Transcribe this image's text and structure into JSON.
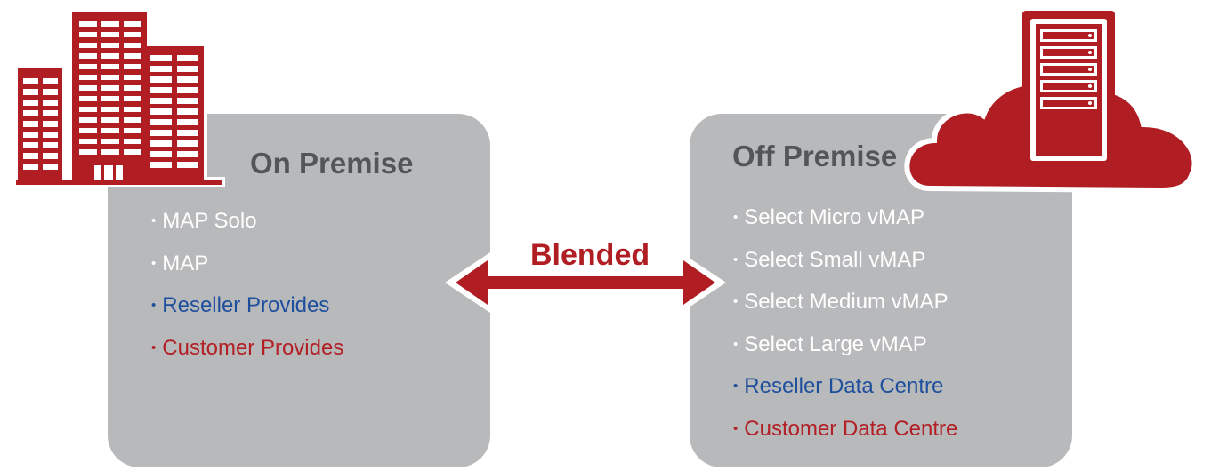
{
  "on_premise": {
    "title": "On Premise",
    "items": [
      {
        "text": "MAP Solo",
        "color": "white"
      },
      {
        "text": "MAP",
        "color": "white"
      },
      {
        "text": "Reseller Provides",
        "color": "blue"
      },
      {
        "text": "Customer Provides",
        "color": "red"
      }
    ]
  },
  "off_premise": {
    "title": "Off Premise",
    "items": [
      {
        "text": "Select Micro vMAP",
        "color": "white"
      },
      {
        "text": "Select Small vMAP",
        "color": "white"
      },
      {
        "text": "Select Medium vMAP",
        "color": "white"
      },
      {
        "text": "Select Large vMAP",
        "color": "white"
      },
      {
        "text": "Reseller Data Centre",
        "color": "blue"
      },
      {
        "text": "Customer Data Centre",
        "color": "red"
      }
    ]
  },
  "connector": {
    "label": "Blended"
  },
  "icons": [
    "office-buildings-icon",
    "cloud-server-icon",
    "double-arrow-icon"
  ],
  "colors": {
    "accent_red": "#b01e24",
    "panel_gray": "#b8b9bb",
    "title_gray": "#545558",
    "blue": "#1e4f9d"
  }
}
